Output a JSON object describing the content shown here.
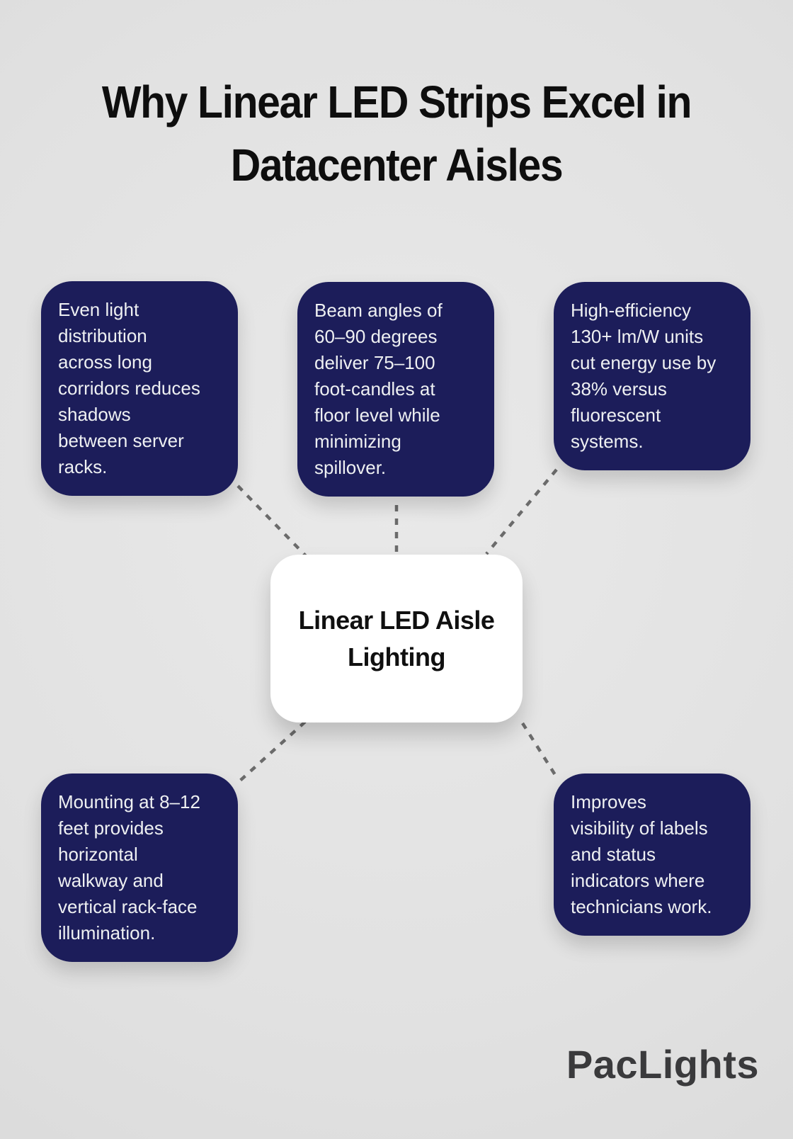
{
  "title": "Why Linear LED Strips Excel in\nDatacenter Aisles",
  "center_node": {
    "label": "Linear LED Aisle\nLighting"
  },
  "benefit_cards": [
    {
      "id": "top-left",
      "text": "Even light\ndistribution\nacross long\ncorridors reduces\nshadows\nbetween server\nracks."
    },
    {
      "id": "top-middle",
      "text": "Beam angles of\n60–90 degrees\ndeliver 75–100\nfoot-candles at\nfloor level while\nminimizing\nspillover."
    },
    {
      "id": "top-right",
      "text": "High-efficiency\n130+ lm/W units\ncut energy use by\n38% versus\nfluorescent\nsystems."
    },
    {
      "id": "bottom-left",
      "text": "Mounting at 8–12\nfeet provides\nhorizontal\nwalkway and\nvertical rack-face\nillumination."
    },
    {
      "id": "bottom-right",
      "text": "Improves\nvisibility of labels\nand status\nindicators where\ntechnicians work."
    }
  ],
  "brand": {
    "name": "PacLights"
  },
  "colors": {
    "background": "#e1e1e1",
    "card_bg": "#1c1d5a",
    "card_text": "#eef0f2",
    "center_bg": "#ffffff",
    "center_text": "#101010",
    "title": "#0e0e0e",
    "connector": "#6b6b6b",
    "brand": "#3a3a3c"
  }
}
